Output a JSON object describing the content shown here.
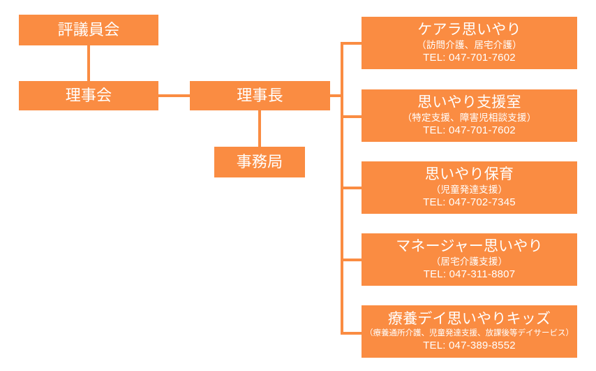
{
  "theme": {
    "accent": "#FA8C42",
    "box_text": "#FFFFFF",
    "background": "#FFFFFF"
  },
  "chart_data": {
    "type": "diagram",
    "title": "",
    "nodes": [
      {
        "id": "councillors",
        "title": "評議員会",
        "subtitle": "",
        "tel": ""
      },
      {
        "id": "board",
        "title": "理事会",
        "subtitle": "",
        "tel": ""
      },
      {
        "id": "chairman",
        "title": "理事長",
        "subtitle": "",
        "tel": ""
      },
      {
        "id": "secretariat",
        "title": "事務局",
        "subtitle": "",
        "tel": ""
      },
      {
        "id": "carer-omoiyari",
        "title": "ケアラ思いやり",
        "subtitle": "（訪問介護、居宅介護）",
        "tel": "TEL: 047-701-7602"
      },
      {
        "id": "omoiyari-shienshitsu",
        "title": "思いやり支援室",
        "subtitle": "（特定支援、障害児相談支援）",
        "tel": "TEL: 047-701-7602"
      },
      {
        "id": "omoiyari-hoiku",
        "title": "思いやり保育",
        "subtitle": "（児童発達支援）",
        "tel": "TEL: 047-702-7345"
      },
      {
        "id": "manager-omoiyari",
        "title": "マネージャー思いやり",
        "subtitle": "（居宅介護支援）",
        "tel": "TEL: 047-311-8807"
      },
      {
        "id": "ryoyo-day-omoiyari-kids",
        "title": "療養デイ思いやりキッズ",
        "subtitle": "（療養通所介護、児童発達支援、放課後等デイサービス）",
        "tel": "TEL: 047-389-8552"
      }
    ],
    "edges": [
      {
        "from": "councillors",
        "to": "board"
      },
      {
        "from": "board",
        "to": "chairman"
      },
      {
        "from": "chairman",
        "to": "secretariat"
      },
      {
        "from": "chairman",
        "to": "carer-omoiyari"
      },
      {
        "from": "chairman",
        "to": "omoiyari-shienshitsu"
      },
      {
        "from": "chairman",
        "to": "omoiyari-hoiku"
      },
      {
        "from": "chairman",
        "to": "manager-omoiyari"
      },
      {
        "from": "chairman",
        "to": "ryoyo-day-omoiyari-kids"
      }
    ]
  }
}
